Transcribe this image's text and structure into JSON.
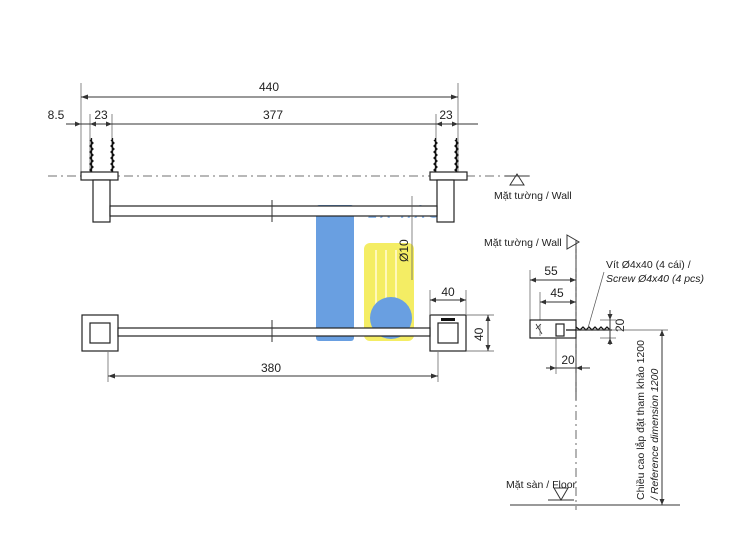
{
  "dimensions": {
    "total_length": "440",
    "left_offset": "8.5",
    "bracket_left": "23",
    "center_length": "377",
    "bracket_right": "23",
    "bar_diameter": "Ø10",
    "plate_size_w": "40",
    "plate_size_h": "40",
    "bottom_length": "380",
    "side_depth_55": "55",
    "side_depth_45": "45",
    "side_20_vertical": "20",
    "side_20_horizontal": "20"
  },
  "labels": {
    "wall_top": "Mặt tường / Wall",
    "wall_side": "Mặt tường / Wall",
    "floor": "Mặt sàn / Floor",
    "screw_line1": "Vít Ø4x40 (4 cái) /",
    "screw_line2": "Screw Ø4x40 (4 pcs)",
    "height_line1": "Chiều cao lắp đặt tham khảo 1200",
    "height_line2": "/ Reference dimension 1200"
  },
  "watermark": {
    "text": "LA HÀO"
  },
  "colors": {
    "watermark_blue": "#4f8fdc",
    "watermark_yellow": "#f3ea4a",
    "line": "#333333"
  }
}
